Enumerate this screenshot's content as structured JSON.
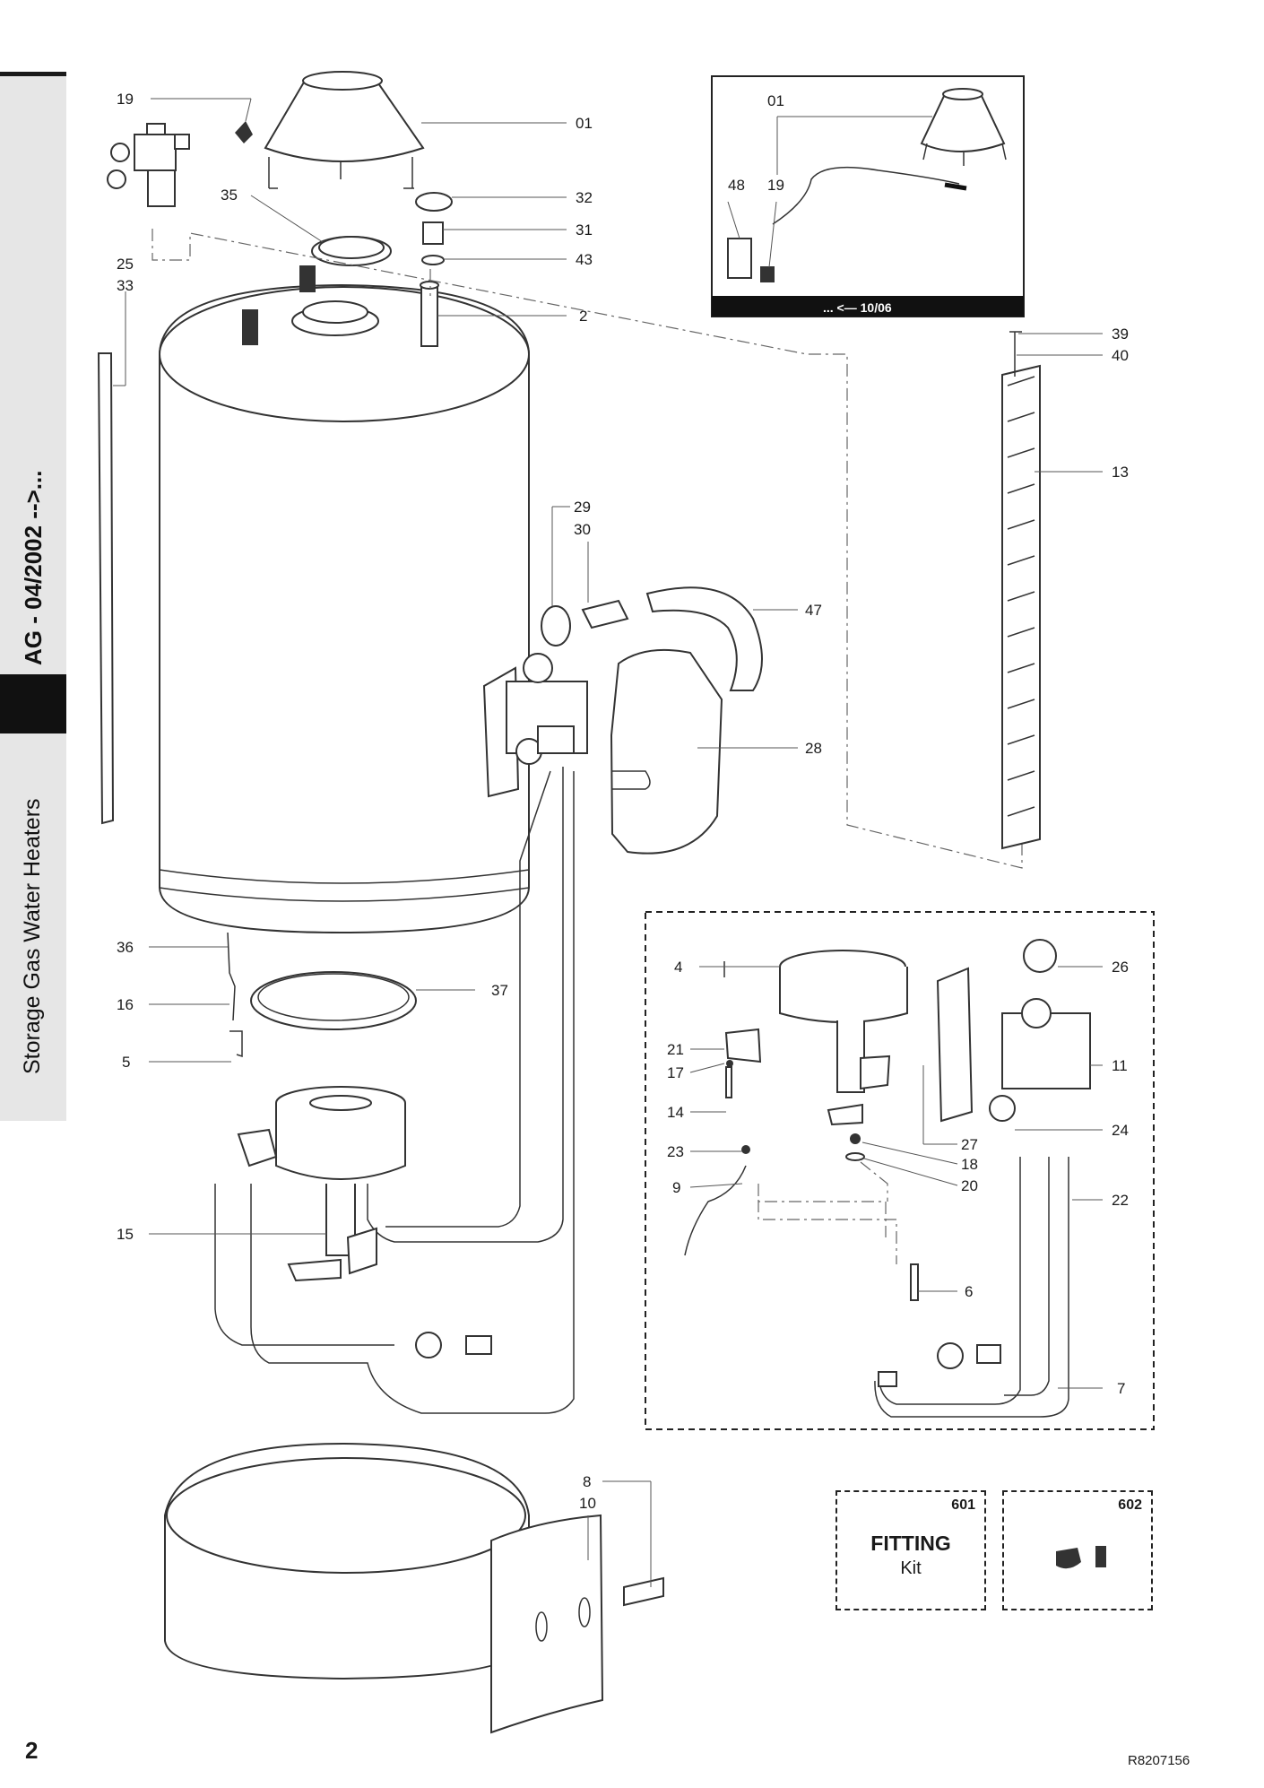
{
  "sidebar": {
    "model": "AG - 04/2002 -->...",
    "category": "Storage Gas Water Heaters"
  },
  "page_number": "2",
  "reference_code": "R8207156",
  "inset_top": {
    "footer": "... <— 10/06",
    "labels": [
      "01",
      "48",
      "19"
    ]
  },
  "kits": {
    "k601": {
      "number": "601",
      "title": "FITTING",
      "subtitle": "Kit"
    },
    "k602": {
      "number": "602"
    }
  },
  "callouts": {
    "c19_top": "19",
    "c01": "01",
    "c35": "35",
    "c32": "32",
    "c31": "31",
    "c43": "43",
    "c25": "25",
    "c33": "33",
    "c2": "2",
    "c39": "39",
    "c40": "40",
    "c13": "13",
    "c29": "29",
    "c30": "30",
    "c47": "47",
    "c28": "28",
    "c36": "36",
    "c37": "37",
    "c16": "16",
    "c5": "5",
    "c15": "15",
    "c8": "8",
    "c10": "10",
    "c4": "4",
    "c26": "26",
    "c21": "21",
    "c17": "17",
    "c11": "11",
    "c14": "14",
    "c24": "24",
    "c23": "23",
    "c27": "27",
    "c18": "18",
    "c9": "9",
    "c20": "20",
    "c22": "22",
    "c6": "6",
    "c7": "7"
  }
}
